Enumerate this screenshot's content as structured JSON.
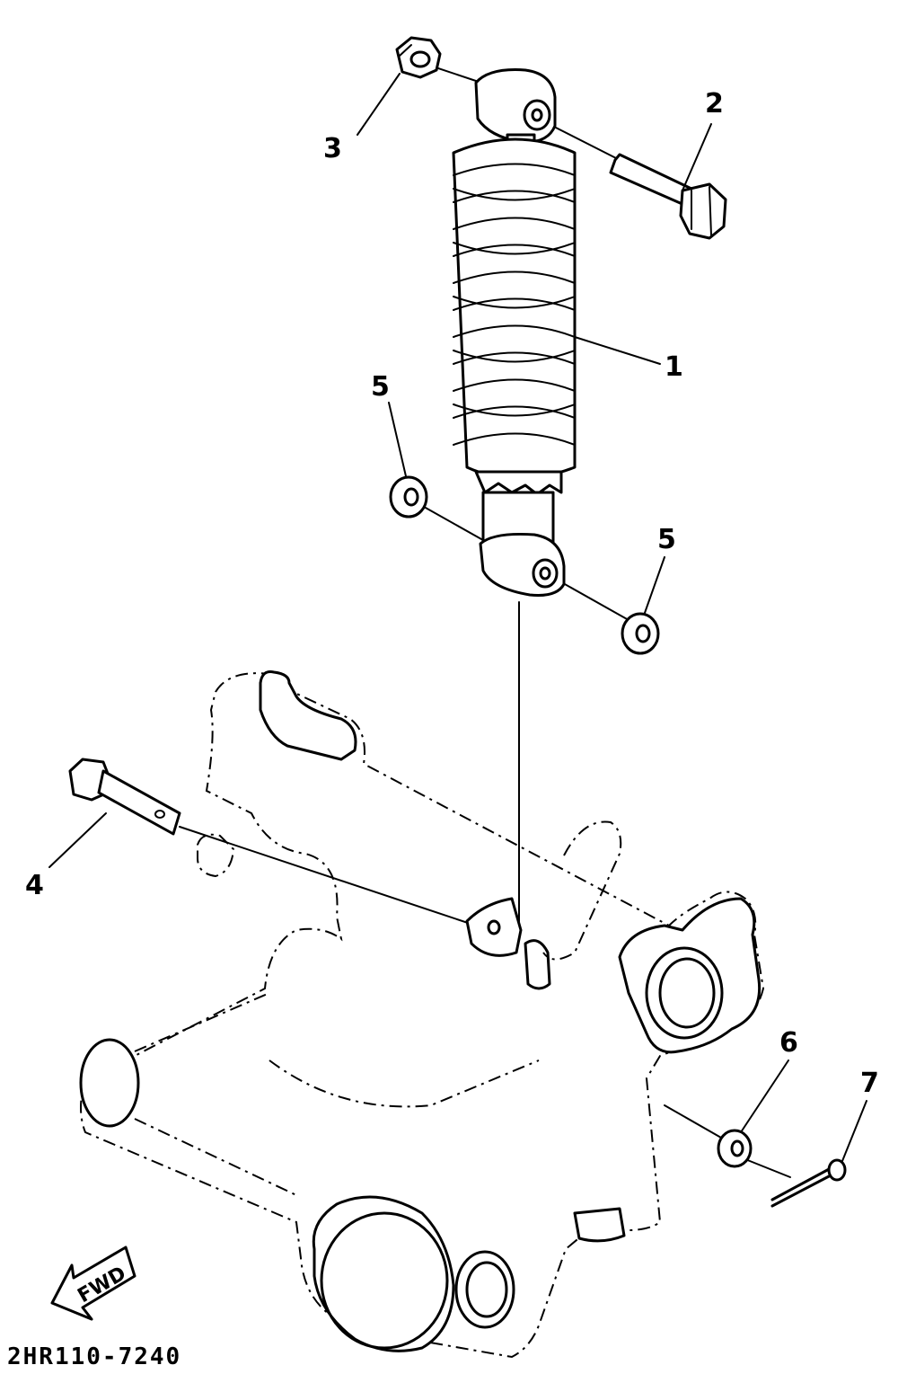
{
  "callouts": [
    {
      "label": "1"
    },
    {
      "label": "2"
    },
    {
      "label": "3"
    },
    {
      "label": "4"
    },
    {
      "label": "5"
    },
    {
      "label": "5"
    },
    {
      "label": "6"
    },
    {
      "label": "7"
    }
  ],
  "direction_label": "FWD",
  "diagram_code": "2HR110-7240"
}
